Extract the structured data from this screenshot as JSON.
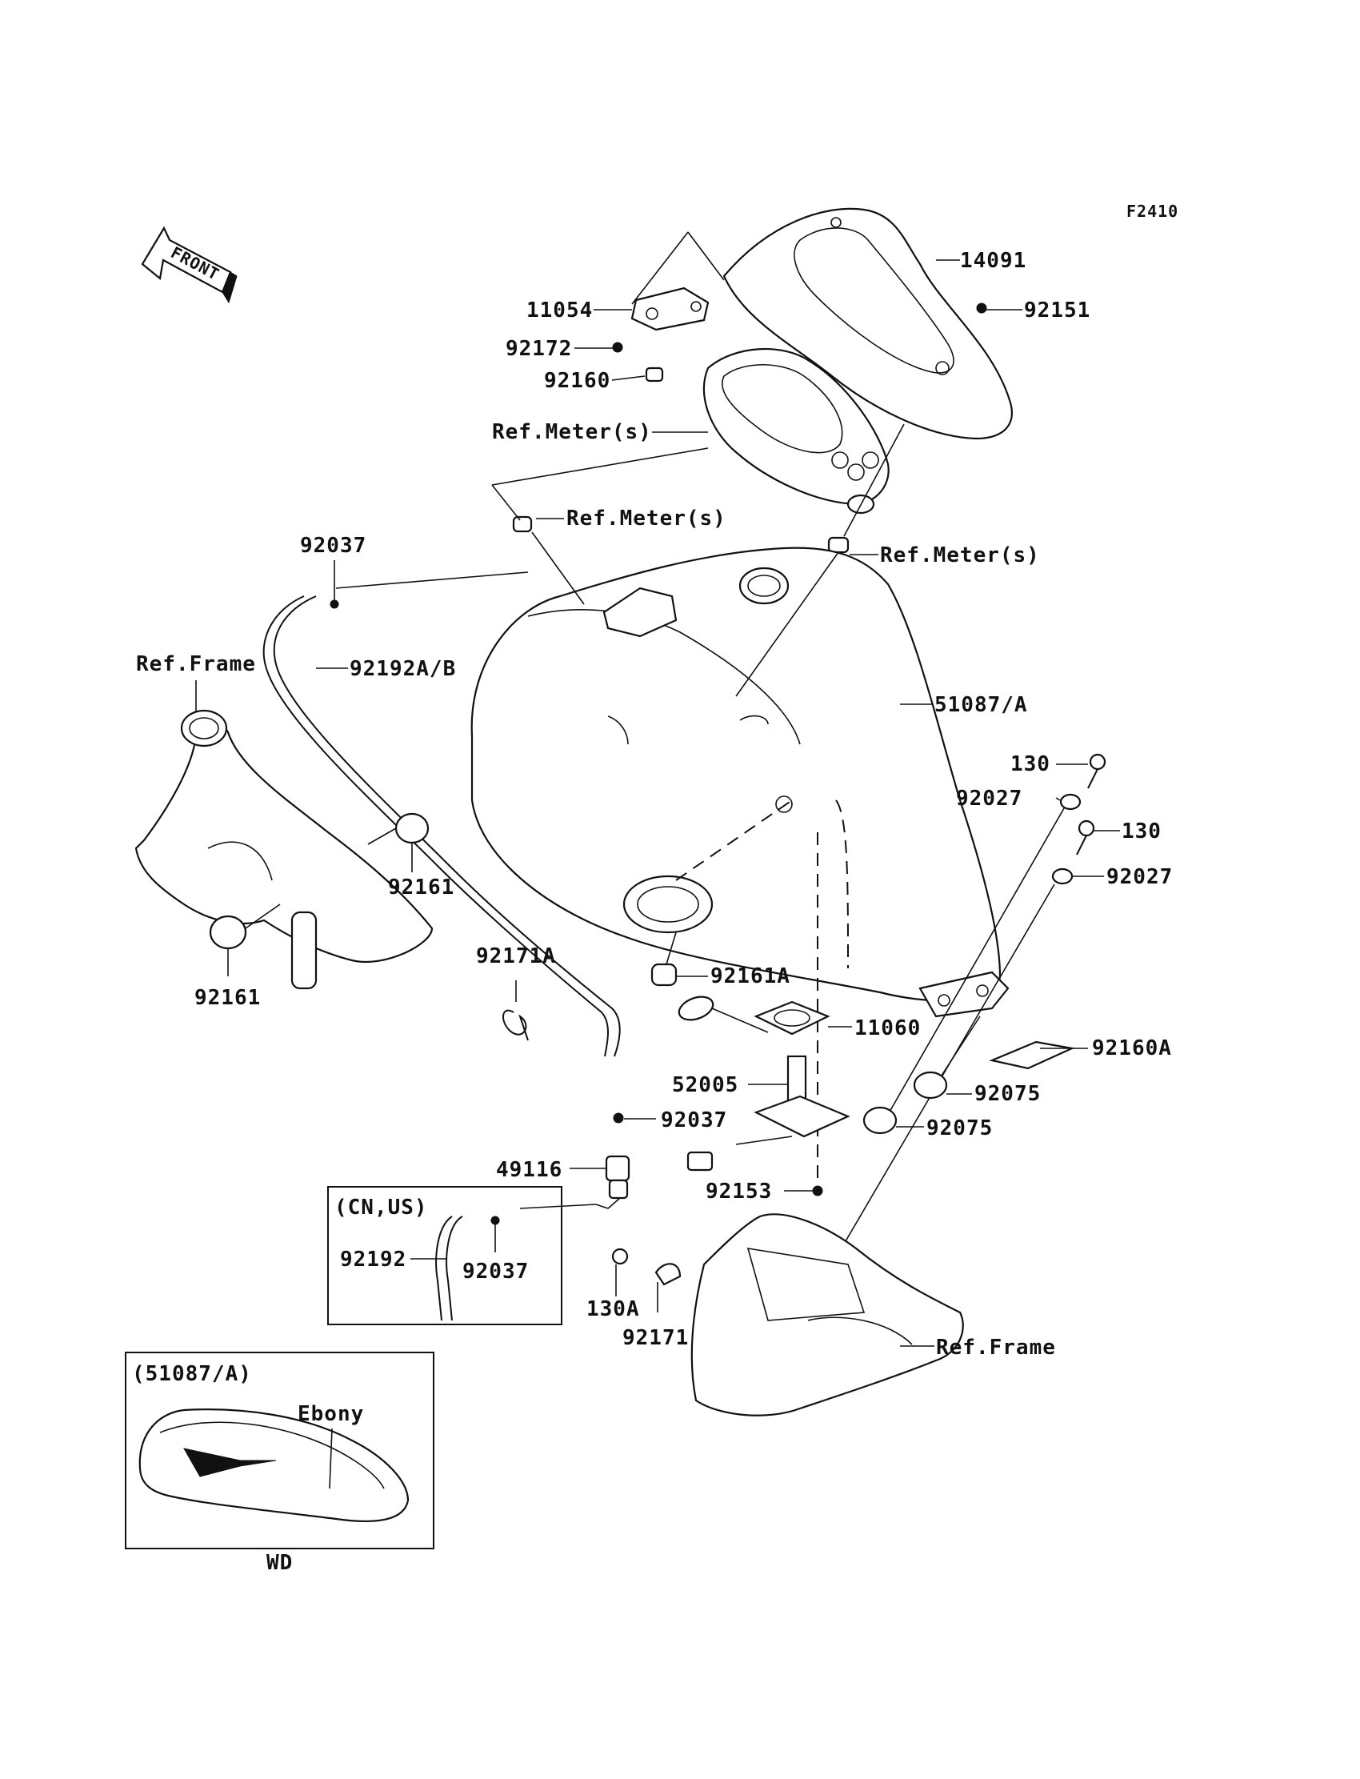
{
  "figure_code": "F2410",
  "front_label": "FRONT",
  "labels": {
    "p14091": "14091",
    "p92151": "92151",
    "p11054": "11054",
    "p92172": "92172",
    "p92160": "92160",
    "ref_meter_1": "Ref.Meter(s)",
    "ref_meter_2": "Ref.Meter(s)",
    "ref_meter_3": "Ref.Meter(s)",
    "p92037_top": "92037",
    "ref_frame_1": "Ref.Frame",
    "p92192ab": "92192A/B",
    "p51087a": "51087/A",
    "p130_1": "130",
    "p92027_1": "92027",
    "p130_2": "130",
    "p92027_2": "92027",
    "p92161_1": "92161",
    "p92161_2": "92161",
    "p92171a": "92171A",
    "p92161a": "92161A",
    "p11060": "11060",
    "p92160a": "92160A",
    "p52005": "52005",
    "p92075_1": "92075",
    "p92075_2": "92075",
    "p92037_mid": "92037",
    "p49116": "49116",
    "p92153": "92153",
    "box_region": "(CN,US)",
    "p92192": "92192",
    "p92037_box": "92037",
    "p130a": "130A",
    "p92171": "92171",
    "ref_frame_2": "Ref.Frame",
    "inset_title": "(51087/A)",
    "inset_ebony": "Ebony",
    "inset_caption": "WD"
  }
}
